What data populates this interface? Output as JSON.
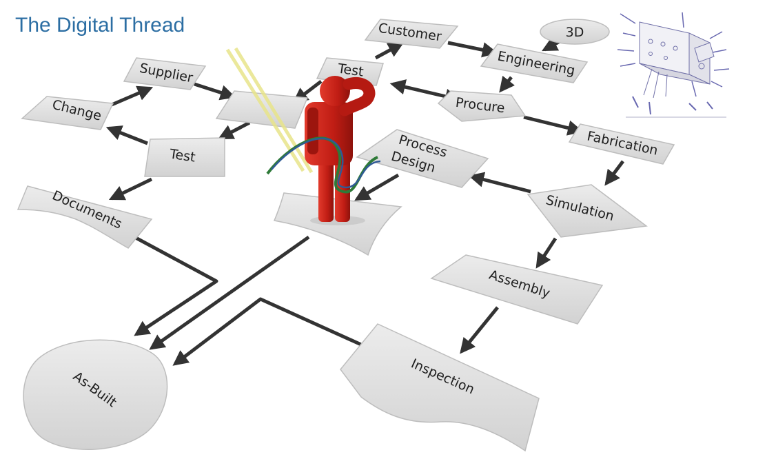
{
  "header": {
    "title": "The Digital Thread"
  },
  "diagram": {
    "nodes": {
      "customer": "Customer",
      "three_d": "3D",
      "engineering": "Engineering",
      "test_top": "Test",
      "supplier": "Supplier",
      "change": "Change",
      "procure": "Procure",
      "test_left": "Test",
      "fabrication": "Fabrication",
      "process_design_line1": "Process",
      "process_design_line2": "Design",
      "documents": "Documents",
      "simulation": "Simulation",
      "assembly": "Assembly",
      "as_built": "As-Built",
      "inspection": "Inspection"
    },
    "colors": {
      "shape_fill": "#dcdcdc",
      "shape_stroke": "#bdbdbd",
      "arrow": "#333333",
      "figure": "#c42017",
      "thread_green": "#2e7a38",
      "thread_blue": "#2f5a96",
      "wand": "#e8e48a",
      "title": "#2c6ea3"
    },
    "icons": {
      "person": "red-person-figure-icon",
      "cad": "cad-bracket-drawing-icon"
    }
  }
}
